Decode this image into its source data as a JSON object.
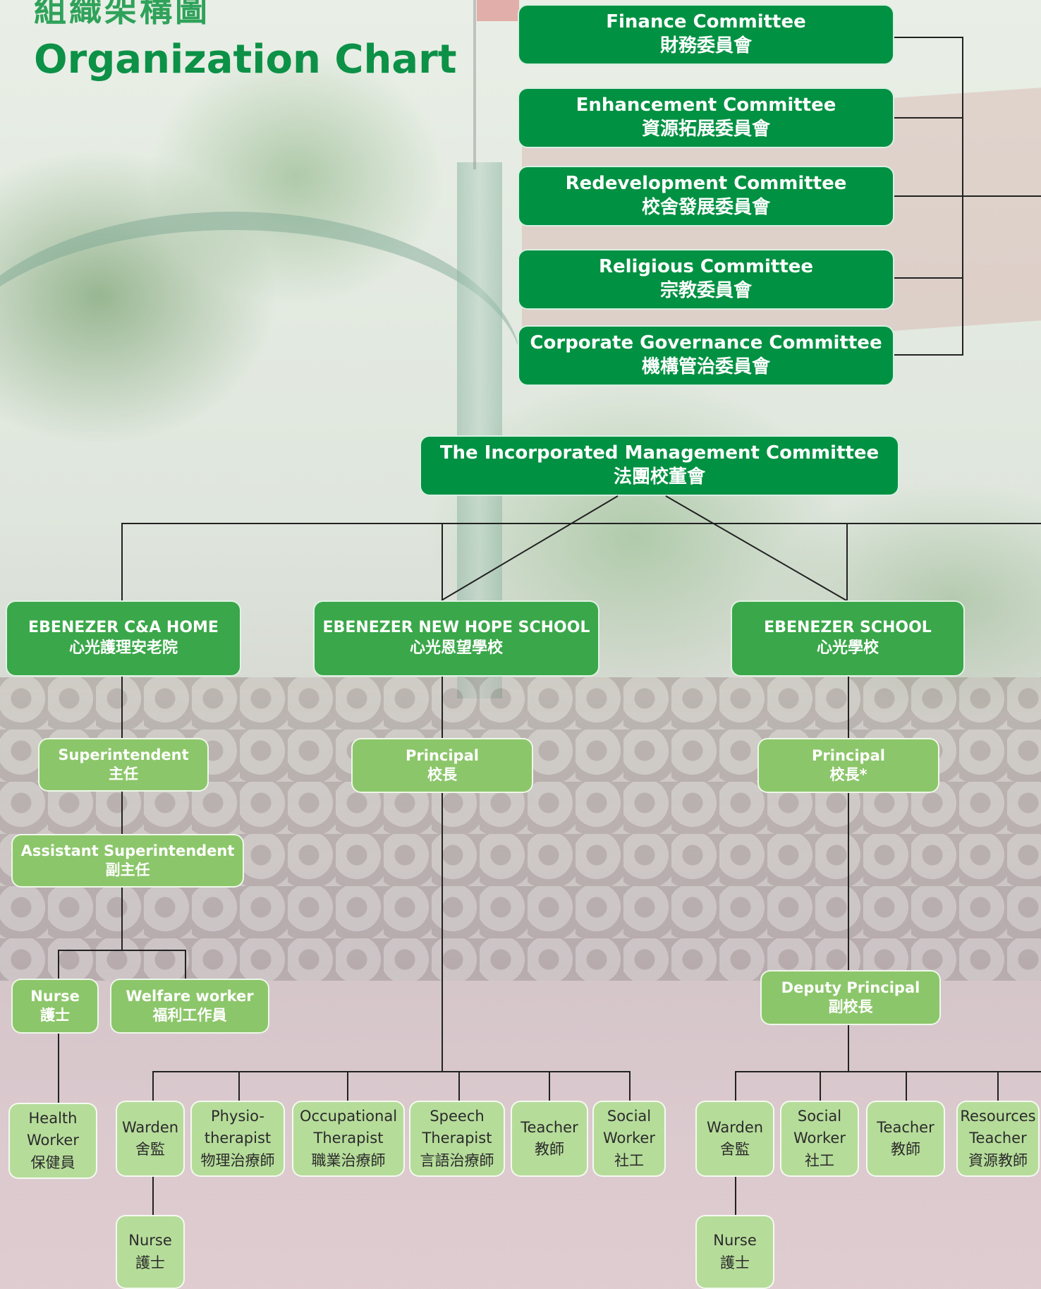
{
  "title": {
    "zh": "組織架構圖",
    "en": "Organization Chart"
  },
  "committees": [
    {
      "en": "Finance Committee",
      "zh": "財務委員會"
    },
    {
      "en": "Enhancement Committee",
      "zh": "資源拓展委員會"
    },
    {
      "en": "Redevelopment Committee",
      "zh": "校舍發展委員會"
    },
    {
      "en": "Religious Committee",
      "zh": "宗教委員會"
    },
    {
      "en": "Corporate Governance Committee",
      "zh": "機構管治委員會"
    }
  ],
  "imc": {
    "en": "The Incorporated Management Committee",
    "zh": "法團校董會"
  },
  "units": {
    "home": {
      "en": "EBENEZER C&A HOME",
      "zh": "心光護理安老院"
    },
    "newhope": {
      "en": "EBENEZER NEW HOPE SCHOOL",
      "zh": "心光恩望學校"
    },
    "school": {
      "en": "EBENEZER SCHOOL",
      "zh": "心光學校"
    }
  },
  "home_staff": {
    "superintendent": {
      "en": "Superintendent",
      "zh": "主任"
    },
    "assistant": {
      "en": "Assistant Superintendent",
      "zh": "副主任"
    },
    "nurse": {
      "en": "Nurse",
      "zh": "護士"
    },
    "welfare": {
      "en": "Welfare worker",
      "zh": "福利工作員"
    },
    "health": {
      "l1": "Health",
      "l2": "Worker",
      "zh": "保健員"
    }
  },
  "newhope_staff": {
    "principal": {
      "en": "Principal",
      "zh": "校長"
    },
    "roles": [
      {
        "l1": "Warden",
        "zh": "舍監"
      },
      {
        "l1": "Physio-",
        "l2": "therapist",
        "zh": "物理治療師"
      },
      {
        "l1": "Occupational",
        "l2": "Therapist",
        "zh": "職業治療師"
      },
      {
        "l1": "Speech",
        "l2": "Therapist",
        "zh": "言語治療師"
      },
      {
        "l1": "Teacher",
        "zh": "教師"
      },
      {
        "l1": "Social",
        "l2": "Worker",
        "zh": "社工"
      }
    ],
    "nurse": {
      "l1": "Nurse",
      "zh": "護士"
    }
  },
  "school_staff": {
    "principal": {
      "en": "Principal",
      "zh": "校長*"
    },
    "deputy": {
      "en": "Deputy Principal",
      "zh": "副校長"
    },
    "roles": [
      {
        "l1": "Warden",
        "zh": "舍監"
      },
      {
        "l1": "Social",
        "l2": "Worker",
        "zh": "社工"
      },
      {
        "l1": "Teacher",
        "zh": "教師"
      },
      {
        "l1": "Resources",
        "l2": "Teacher",
        "zh": "資源教師"
      }
    ],
    "nurse": {
      "l1": "Nurse",
      "zh": "護士"
    }
  },
  "colors": {
    "dark": "#009142",
    "mid": "#3aa74a",
    "light": "#8cc66a",
    "pale": "#b6dc9a",
    "title": "#0c9147"
  }
}
